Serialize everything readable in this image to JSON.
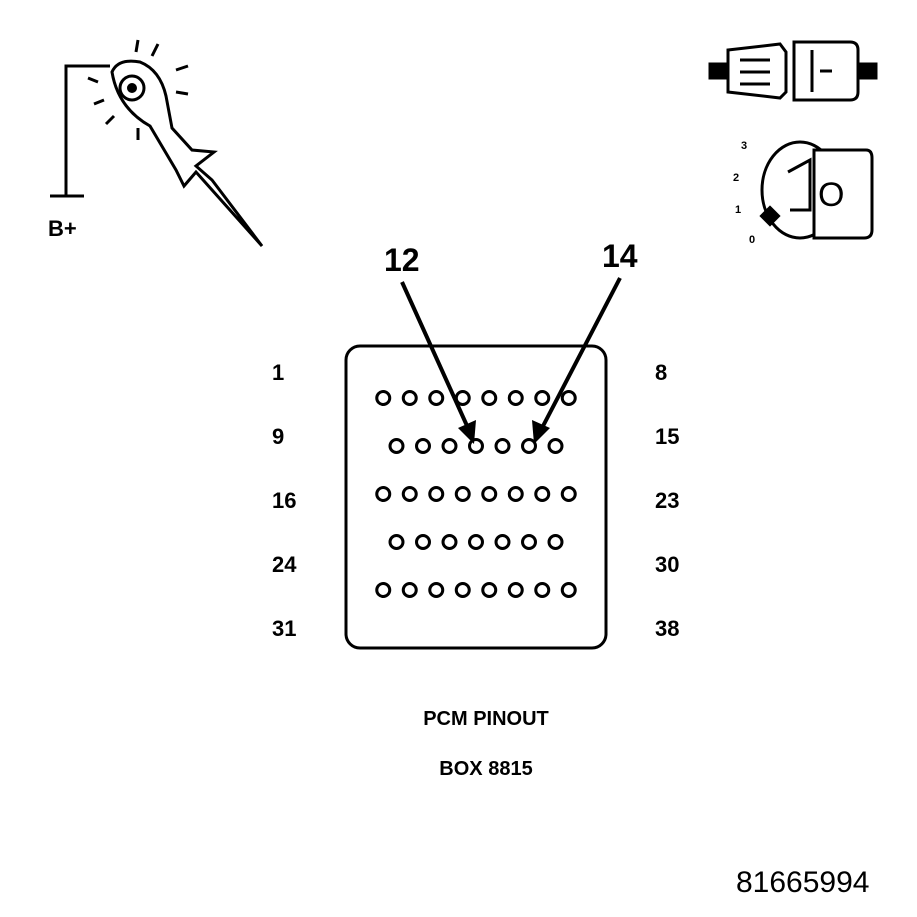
{
  "test_probe": {
    "supply_label": "B+"
  },
  "ignition_key": {
    "positions": [
      "3",
      "2",
      "1",
      "0"
    ],
    "key_letter": "O"
  },
  "callouts": {
    "first": "12",
    "second": "14"
  },
  "connector": {
    "rows": [
      {
        "left": "1",
        "right": "8",
        "pins": 8
      },
      {
        "left": "9",
        "right": "15",
        "pins": 7
      },
      {
        "left": "16",
        "right": "23",
        "pins": 8
      },
      {
        "left": "24",
        "right": "30",
        "pins": 7
      },
      {
        "left": "31",
        "right": "38",
        "pins": 8
      }
    ]
  },
  "caption": {
    "line1": "PCM PINOUT",
    "line2": "BOX 8815"
  },
  "figure_id": "81665994"
}
